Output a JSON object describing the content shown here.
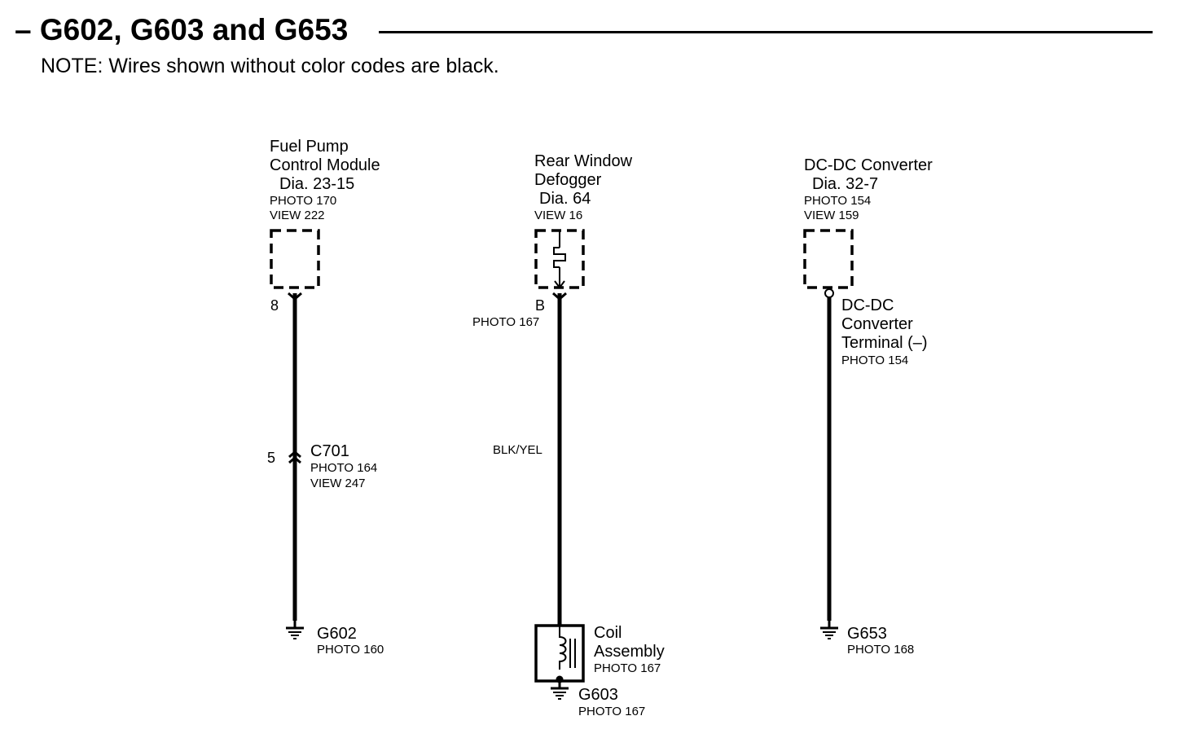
{
  "header": {
    "title": "– G602, G603 and G653",
    "note": "NOTE: Wires shown without color codes are black."
  },
  "circuits": [
    {
      "component": {
        "name_line1": "Fuel Pump",
        "name_line2": "Control Module",
        "dia": "Dia. 23-15",
        "photo": "PHOTO 170",
        "view": "VIEW 222"
      },
      "pin": "8",
      "connector": {
        "pin": "5",
        "name": "C701",
        "photo": "PHOTO 164",
        "view": "VIEW 247"
      },
      "ground": {
        "name": "G602",
        "photo": "PHOTO 160"
      }
    },
    {
      "component": {
        "name_line1": "Rear Window",
        "name_line2": "Defogger",
        "dia": "Dia. 64",
        "view": "VIEW 16"
      },
      "pin": "B",
      "pin_photo": "PHOTO 167",
      "wire_color": "BLK/YEL",
      "coil": {
        "name_line1": "Coil",
        "name_line2": "Assembly",
        "photo": "PHOTO 167"
      },
      "ground": {
        "name": "G603",
        "photo": "PHOTO 167"
      }
    },
    {
      "component": {
        "name": "DC-DC Converter",
        "dia": "Dia. 32-7",
        "photo": "PHOTO 154",
        "view": "VIEW 159"
      },
      "terminal": {
        "line1": "DC-DC",
        "line2": "Converter",
        "line3": "Terminal (–)",
        "photo": "PHOTO 154"
      },
      "ground": {
        "name": "G653",
        "photo": "PHOTO 168"
      }
    }
  ]
}
